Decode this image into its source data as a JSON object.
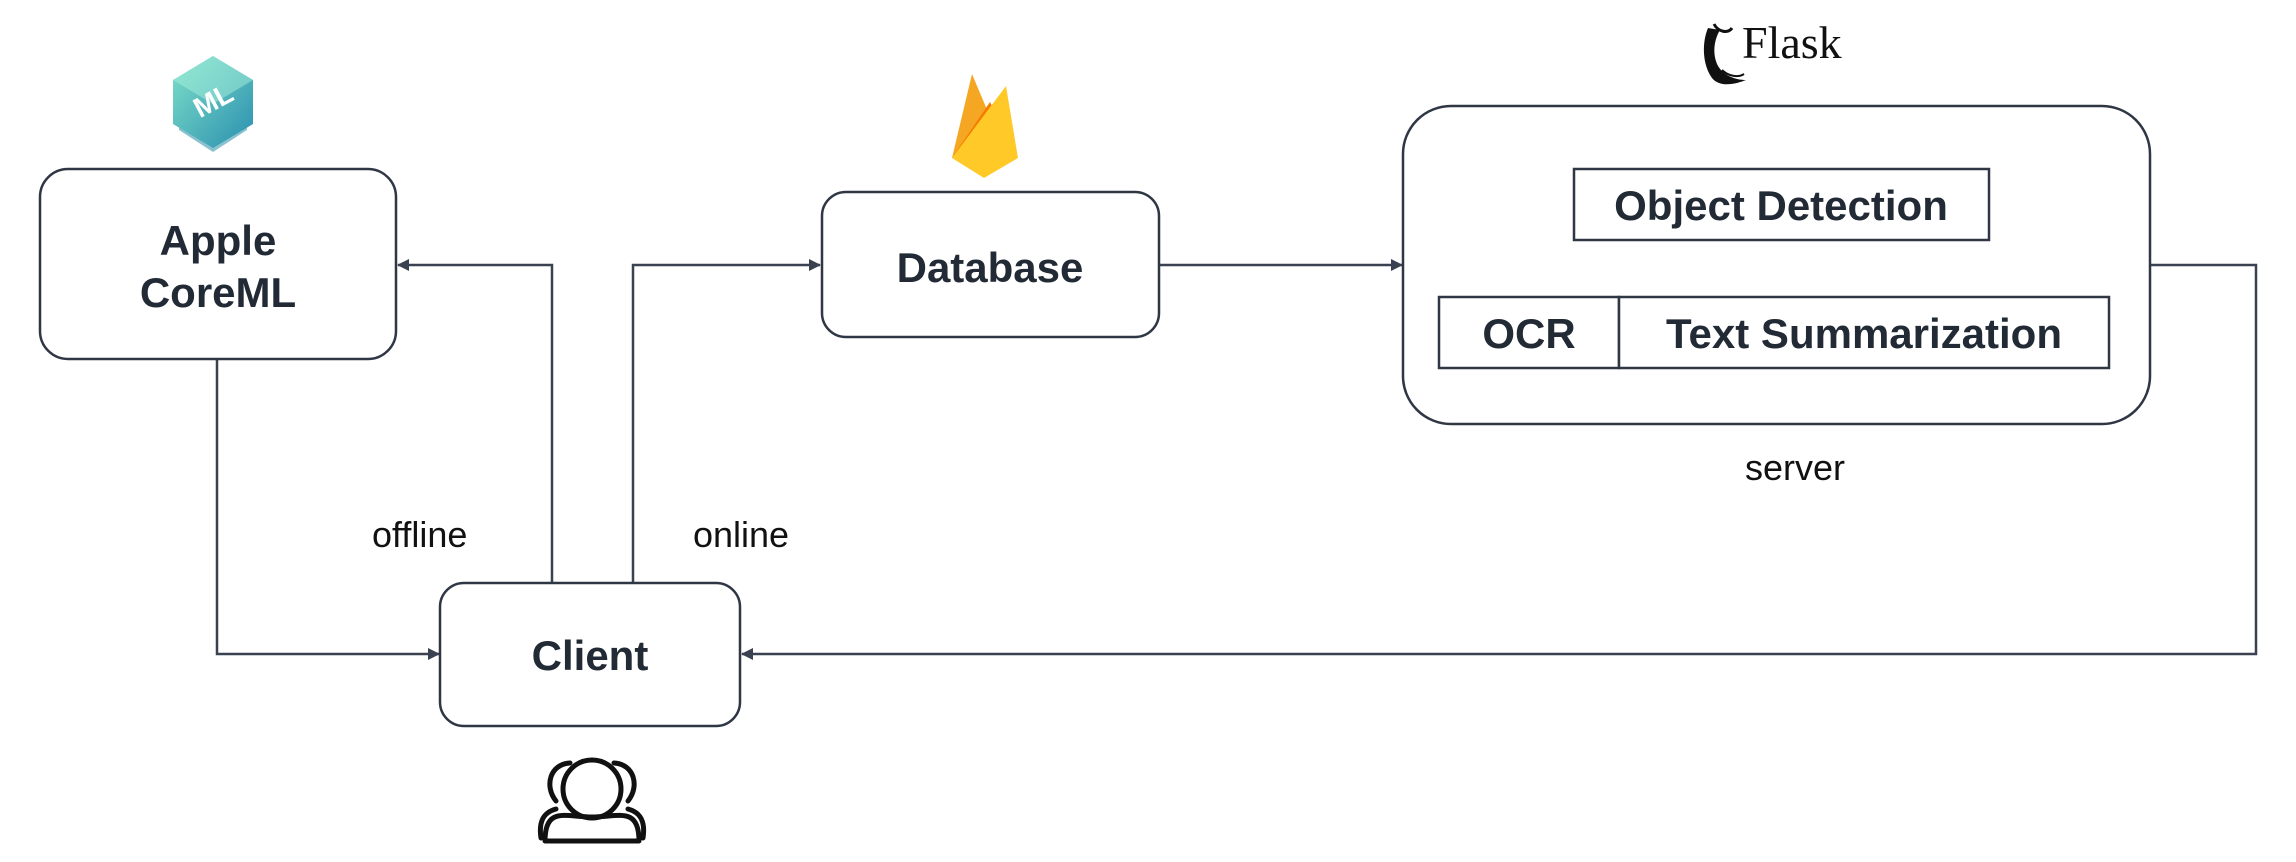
{
  "nodes": {
    "coreml": {
      "label_line1": "Apple",
      "label_line2": "CoreML",
      "logo_text": "ML"
    },
    "database": {
      "label": "Database"
    },
    "server": {
      "brand_text": "Flask",
      "caption": "server",
      "modules": {
        "object_detection": "Object Detection",
        "ocr": "OCR",
        "text_summarization": "Text Summarization"
      }
    },
    "client": {
      "label": "Client"
    }
  },
  "edge_labels": {
    "offline": "offline",
    "online": "online"
  },
  "icons": {
    "coreml_logo": "coreml-logo-icon",
    "firebase_logo": "firebase-logo-icon",
    "flask_logo": "flask-logo-icon",
    "users": "users-icon"
  },
  "colors": {
    "box_stroke": "#2f3644",
    "text": "#222a35",
    "coreml_teal": "#3fb8b0",
    "firebase_yellow": "#ffca28",
    "firebase_orange": "#f57c00"
  }
}
